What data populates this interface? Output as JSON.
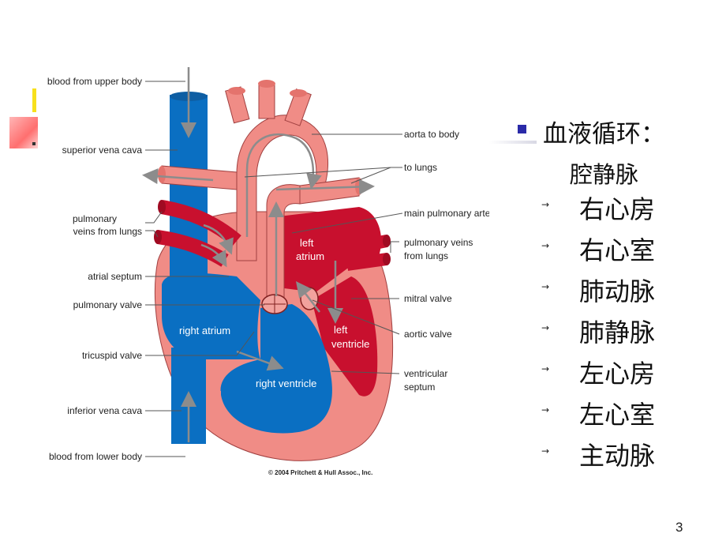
{
  "diagram": {
    "labels": {
      "blood_upper": "blood from upper body",
      "superior_vena_cava": "superior vena cava",
      "pulmonary_veins_left": [
        "pulmonary",
        "veins from lungs"
      ],
      "atrial_septum": "atrial septum",
      "pulmonary_valve": "pulmonary valve",
      "tricuspid_valve": "tricuspid valve",
      "inferior_vena_cava": "inferior vena cava",
      "blood_lower": "blood from lower body",
      "aorta_to_body": "aorta to body",
      "to_lungs": "to lungs",
      "main_pulmonary_artery": "main pulmonary artery",
      "pulmonary_veins_right": [
        "pulmonary veins",
        "from lungs"
      ],
      "mitral_valve": "mitral valve",
      "aortic_valve": "aortic valve",
      "ventricular_septum": [
        "ventricular",
        "septum"
      ]
    },
    "chambers": {
      "left_atrium": [
        "left",
        "atrium"
      ],
      "left_ventricle": [
        "left",
        "ventricle"
      ],
      "right_atrium": "right atrium",
      "right_ventricle": "right ventricle"
    },
    "copyright": "© 2004 Pritchett & Hull Assoc., Inc.",
    "colors": {
      "deoxygenated": "#0a6fc2",
      "oxygenated": "#c8102e",
      "tissue": "#f08c86",
      "flow_arrow": "#8c8c8c"
    }
  },
  "panel": {
    "title": "血液循环：",
    "subhead": "腔静脉",
    "items": [
      "右心房",
      "右心室",
      "肺动脉",
      "肺静脉",
      "左心房",
      "左心室",
      "主动脉"
    ]
  },
  "page_number": "3"
}
